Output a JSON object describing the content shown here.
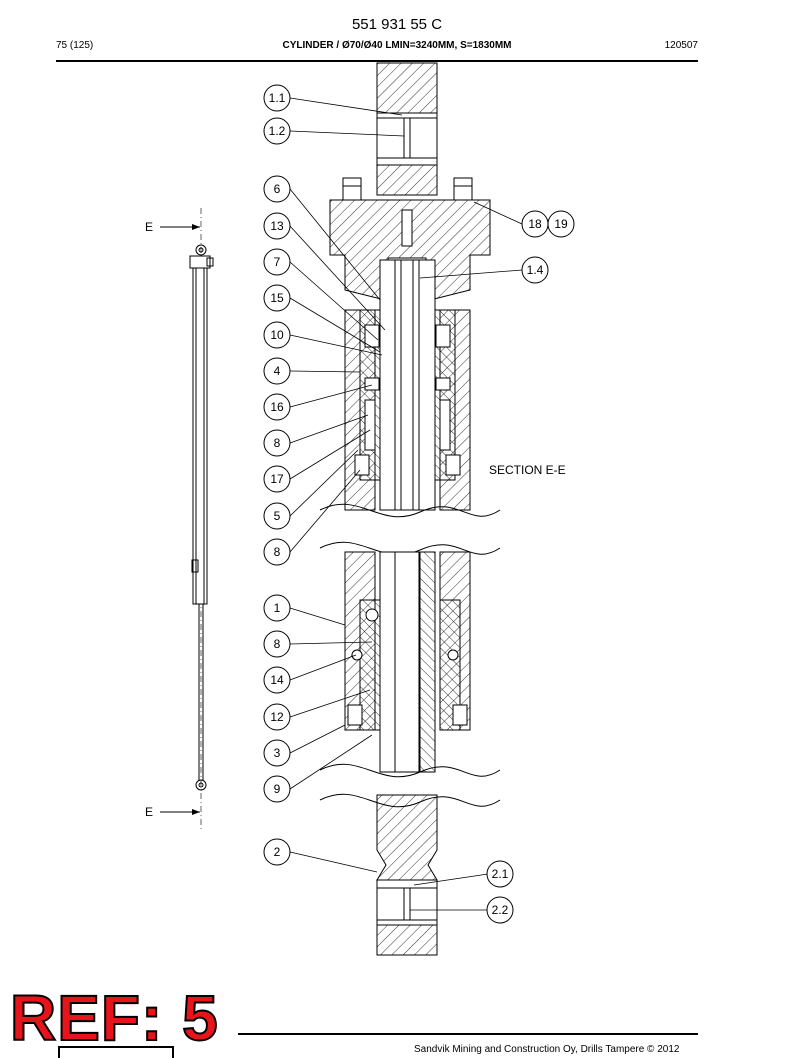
{
  "header": {
    "part_number": "551 931 55 C",
    "page": "75 (125)",
    "title": "CYLINDER / Ø70/Ø40 LMIN=3240MM, S=1830MM",
    "code": "120507"
  },
  "section_marker": "E",
  "section_label": "SECTION E-E",
  "callouts": [
    "1.1",
    "1.2",
    "6",
    "13",
    "7",
    "15",
    "10",
    "4",
    "16",
    "8",
    "17",
    "5",
    "8",
    "1",
    "8",
    "14",
    "12",
    "3",
    "9",
    "2",
    "2.1",
    "2.2",
    "18",
    "19",
    "1.4"
  ],
  "ref_stamp": "REF: 5",
  "footer": {
    "copyright": "Sandvik Mining and Construction Oy, Drills Tampere © 2012"
  },
  "colors": {
    "ink": "#000000",
    "stamp_red": "#e8141b"
  }
}
